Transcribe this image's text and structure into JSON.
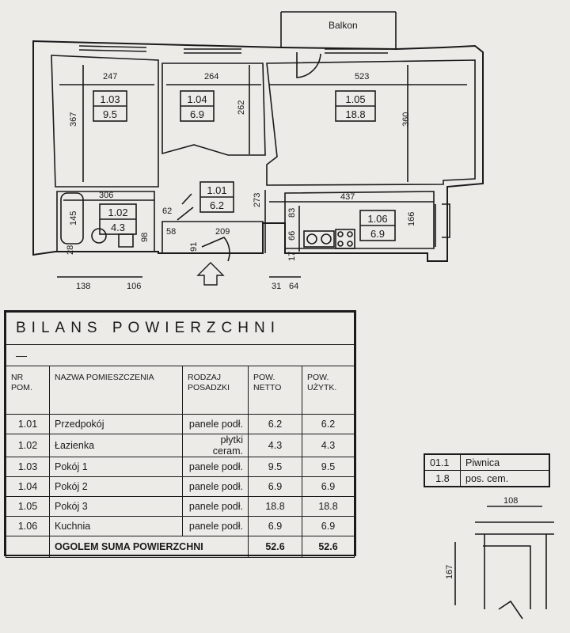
{
  "plan": {
    "balcony_label": "Balkon",
    "rooms": [
      {
        "id": "1.03",
        "area": "9.5"
      },
      {
        "id": "1.04",
        "area": "6.9"
      },
      {
        "id": "1.05",
        "area": "18.8"
      },
      {
        "id": "1.01",
        "area": "6.2"
      },
      {
        "id": "1.02",
        "area": "4.3"
      },
      {
        "id": "1.06",
        "area": "6.9"
      }
    ],
    "dimensions": {
      "d247": "247",
      "d264": "264",
      "d523": "523",
      "d367": "367",
      "d262": "262",
      "d360": "360",
      "d306": "306",
      "d437": "437",
      "d145": "145",
      "d62": "62",
      "d98": "98",
      "d58": "58",
      "d209": "209",
      "d273": "273",
      "d83": "83",
      "d166": "166",
      "d66": "66",
      "d91": "91",
      "d28": "28",
      "d17": "17",
      "d138": "138",
      "d106": "106",
      "d31": "31",
      "d64": "64"
    }
  },
  "bilans": {
    "title": "BILANS POWIERZCHNI",
    "subtitle": "—",
    "headers": {
      "nr": "NR POM.",
      "name": "NAZWA POMIESZCZENIA",
      "floor": "RODZAJ POSADZKI",
      "netto": "POW. NETTO",
      "uzytk": "POW. UŻYTK."
    },
    "rows": [
      {
        "nr": "1.01",
        "name": "Przedpokój",
        "floor": "panele podł.",
        "netto": "6.2",
        "uzytk": "6.2"
      },
      {
        "nr": "1.02",
        "name": "Łazienka",
        "floor": "płytki ceram.",
        "netto": "4.3",
        "uzytk": "4.3"
      },
      {
        "nr": "1.03",
        "name": "Pokój 1",
        "floor": "panele podł.",
        "netto": "9.5",
        "uzytk": "9.5"
      },
      {
        "nr": "1.04",
        "name": "Pokój 2",
        "floor": "panele podł.",
        "netto": "6.9",
        "uzytk": "6.9"
      },
      {
        "nr": "1.05",
        "name": "Pokój 3",
        "floor": "panele podł.",
        "netto": "18.8",
        "uzytk": "18.8"
      },
      {
        "nr": "1.06",
        "name": "Kuchnia",
        "floor": "panele podł.",
        "netto": "6.9",
        "uzytk": "6.9"
      }
    ],
    "total": {
      "label": "OGOLEM SUMA POWIERZCHNI",
      "netto": "52.6",
      "uzytk": "52.6"
    }
  },
  "piwnica": {
    "rows": [
      {
        "nr": "01.1",
        "name": "Piwnica"
      },
      {
        "nr": "1.8",
        "name": "pos. cem."
      }
    ],
    "width": "108",
    "depth": "167"
  }
}
